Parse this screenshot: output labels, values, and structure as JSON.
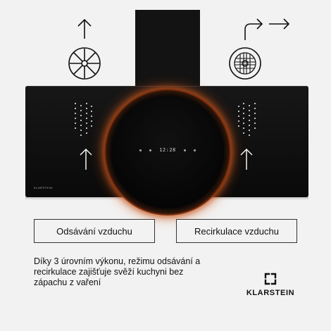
{
  "hood": {
    "display_readout": "12:28",
    "brand_plate": "KLARSTEIN"
  },
  "modes": {
    "extraction_label": "Odsávání vzduchu",
    "recirculation_label": "Recirkulace vzduchu"
  },
  "description": "Díky 3 úrovním výkonu, režimu odsávání a recirkulace zajišťuje svěží kuchyni bez zápachu z vaření",
  "logo": {
    "name": "KLARSTEIN"
  },
  "icons": {
    "top_left": "arrow-up-icon",
    "fan_left": "extraction-fan-icon",
    "top_right": "redirect-arrow-icon",
    "fan_right": "recirculation-filter-icon",
    "airflow": "arrow-up-icon",
    "brand": "klarstein-logo-icon"
  },
  "colors": {
    "background": "#f2f2f2",
    "hood": "#0f0f0f",
    "glow": "#c2541c"
  }
}
